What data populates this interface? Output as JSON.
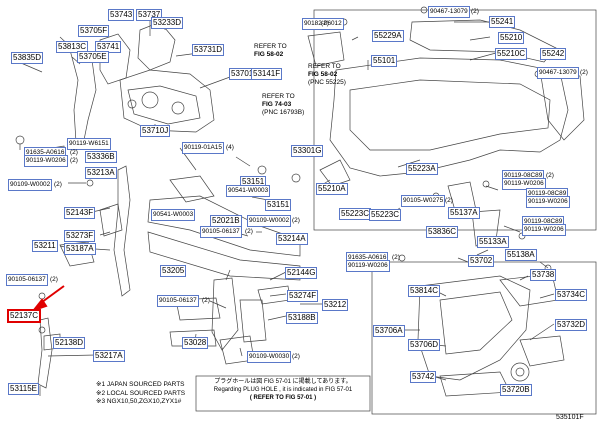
{
  "diagram": {
    "figure_number": "535101F",
    "parts": [
      {
        "id": "53743",
        "small": false,
        "highlighted": false
      },
      {
        "id": "53737",
        "small": false,
        "highlighted": false
      },
      {
        "id": "53233D",
        "small": false,
        "highlighted": false
      },
      {
        "id": "53705F",
        "small": false,
        "highlighted": false
      },
      {
        "id": "53813C",
        "small": false,
        "highlighted": false
      },
      {
        "id": "53741",
        "small": false,
        "highlighted": false
      },
      {
        "id": "53705E",
        "small": false,
        "highlighted": false
      },
      {
        "id": "53731D",
        "small": false,
        "highlighted": false
      },
      {
        "id": "53835D",
        "small": false,
        "highlighted": false
      },
      {
        "id": "53701",
        "small": false,
        "highlighted": false
      },
      {
        "id": "53710J",
        "small": false,
        "highlighted": false
      },
      {
        "id": "53141F",
        "small": false,
        "highlighted": false
      },
      {
        "id": "90119-W6151",
        "small": true,
        "highlighted": false
      },
      {
        "id": "91635-A0616",
        "small": true,
        "highlighted": false
      },
      {
        "id": "90119-W0206",
        "small": true,
        "highlighted": false
      },
      {
        "id": "53336B",
        "small": false,
        "highlighted": false
      },
      {
        "id": "53213A",
        "small": false,
        "highlighted": false
      },
      {
        "id": "90119-01A15",
        "small": true,
        "highlighted": false
      },
      {
        "id": "53301G",
        "small": false,
        "highlighted": false
      },
      {
        "id": "90109-W0002",
        "small": true,
        "highlighted": false
      },
      {
        "id": "53151",
        "small": false,
        "highlighted": false
      },
      {
        "id": "90541-W0003",
        "small": true,
        "highlighted": false
      },
      {
        "id": "52143F",
        "small": false,
        "highlighted": false
      },
      {
        "id": "90541-W0003",
        "small": true,
        "highlighted": false
      },
      {
        "id": "52021B",
        "small": false,
        "highlighted": false
      },
      {
        "id": "90109-W0002",
        "small": true,
        "highlighted": false
      },
      {
        "id": "53151",
        "small": false,
        "highlighted": false
      },
      {
        "id": "53273F",
        "small": false,
        "highlighted": false
      },
      {
        "id": "90105-06137",
        "small": true,
        "highlighted": false
      },
      {
        "id": "53214A",
        "small": false,
        "highlighted": false
      },
      {
        "id": "53211",
        "small": false,
        "highlighted": false
      },
      {
        "id": "53187A",
        "small": false,
        "highlighted": false
      },
      {
        "id": "53205",
        "small": false,
        "highlighted": false
      },
      {
        "id": "52144G",
        "small": false,
        "highlighted": false
      },
      {
        "id": "90105-06137",
        "small": true,
        "highlighted": false
      },
      {
        "id": "53274F",
        "small": false,
        "highlighted": false
      },
      {
        "id": "53212",
        "small": false,
        "highlighted": false
      },
      {
        "id": "90105-06137",
        "small": true,
        "highlighted": false
      },
      {
        "id": "53188B",
        "small": false,
        "highlighted": false
      },
      {
        "id": "52137C",
        "small": false,
        "highlighted": true
      },
      {
        "id": "52138D",
        "small": false,
        "highlighted": false
      },
      {
        "id": "53028",
        "small": false,
        "highlighted": false
      },
      {
        "id": "53217A",
        "small": false,
        "highlighted": false
      },
      {
        "id": "90109-W0030",
        "small": true,
        "highlighted": false
      },
      {
        "id": "53115E",
        "small": false,
        "highlighted": false
      },
      {
        "id": "90182-06012",
        "small": true,
        "highlighted": false
      },
      {
        "id": "55229A",
        "small": false,
        "highlighted": false
      },
      {
        "id": "90467-13079",
        "small": true,
        "highlighted": false
      },
      {
        "id": "55241",
        "small": false,
        "highlighted": false
      },
      {
        "id": "55210",
        "small": false,
        "highlighted": false
      },
      {
        "id": "55210C",
        "small": false,
        "highlighted": false
      },
      {
        "id": "55242",
        "small": false,
        "highlighted": false
      },
      {
        "id": "55101",
        "small": false,
        "highlighted": false
      },
      {
        "id": "90467-13079",
        "small": true,
        "highlighted": false
      },
      {
        "id": "55223A",
        "small": false,
        "highlighted": false
      },
      {
        "id": "55210A",
        "small": false,
        "highlighted": false
      },
      {
        "id": "90119-08C89",
        "small": true,
        "highlighted": false
      },
      {
        "id": "90119-W0206",
        "small": true,
        "highlighted": false
      },
      {
        "id": "90105-W0275",
        "small": true,
        "highlighted": false
      },
      {
        "id": "55223C",
        "small": false,
        "highlighted": false
      },
      {
        "id": "55223C",
        "small": false,
        "highlighted": false
      },
      {
        "id": "55137A",
        "small": false,
        "highlighted": false
      },
      {
        "id": "90119-08C89",
        "small": true,
        "highlighted": false
      },
      {
        "id": "90119-W0206",
        "small": true,
        "highlighted": false
      },
      {
        "id": "53836C",
        "small": false,
        "highlighted": false
      },
      {
        "id": "55133A",
        "small": false,
        "highlighted": false
      },
      {
        "id": "90119-08C89",
        "small": true,
        "highlighted": false
      },
      {
        "id": "90119-W0206",
        "small": true,
        "highlighted": false
      },
      {
        "id": "91635-A0616",
        "small": true,
        "highlighted": false
      },
      {
        "id": "90119-W0206",
        "small": true,
        "highlighted": false
      },
      {
        "id": "53702",
        "small": false,
        "highlighted": false
      },
      {
        "id": "55138A",
        "small": false,
        "highlighted": false
      },
      {
        "id": "53738",
        "small": false,
        "highlighted": false
      },
      {
        "id": "53814C",
        "small": false,
        "highlighted": false
      },
      {
        "id": "53734C",
        "small": false,
        "highlighted": false
      },
      {
        "id": "53706A",
        "small": false,
        "highlighted": false
      },
      {
        "id": "53732D",
        "small": false,
        "highlighted": false
      },
      {
        "id": "53706D",
        "small": false,
        "highlighted": false
      },
      {
        "id": "53742",
        "small": false,
        "highlighted": false
      },
      {
        "id": "53720B",
        "small": false,
        "highlighted": false
      }
    ],
    "callouts": [
      {
        "text": "(2)"
      },
      {
        "text": "(2)"
      },
      {
        "text": "(2)"
      },
      {
        "text": "(4)"
      },
      {
        "text": "(2)"
      },
      {
        "text": "(2)"
      },
      {
        "text": "(2)"
      },
      {
        "text": "(2)"
      },
      {
        "text": "(2)"
      },
      {
        "text": "(2)"
      },
      {
        "text": "(2)"
      },
      {
        "text": "(2)"
      },
      {
        "text": "(2)"
      },
      {
        "text": "(2)"
      },
      {
        "text": "(2)"
      }
    ],
    "references": [
      {
        "lines": [
          "REFER TO",
          "FIG 58-02"
        ]
      },
      {
        "lines": [
          "REFER TO",
          "FIG 58-02",
          "(PNC 55225)"
        ]
      },
      {
        "lines": [
          "REFER TO",
          "FIG 74-03",
          "(PNC 16793B)"
        ]
      }
    ],
    "legend": [
      "※1 JAPAN SOURCED PARTS",
      "※2 LOCAL SOURCED PARTS",
      "※3 NGX10,50,ZGX10,ZYX1#"
    ],
    "plug_note": [
      "プラグホールは図 FIG 57-01 に掲載してあります。",
      "Regarding PLUG HOLE , it is indicated in FIG 57-01",
      "( REFER TO FIG 57-01 )"
    ]
  },
  "colors": {
    "label_border": "#5a78c8",
    "highlight": "#e00000",
    "line": "#444444"
  }
}
